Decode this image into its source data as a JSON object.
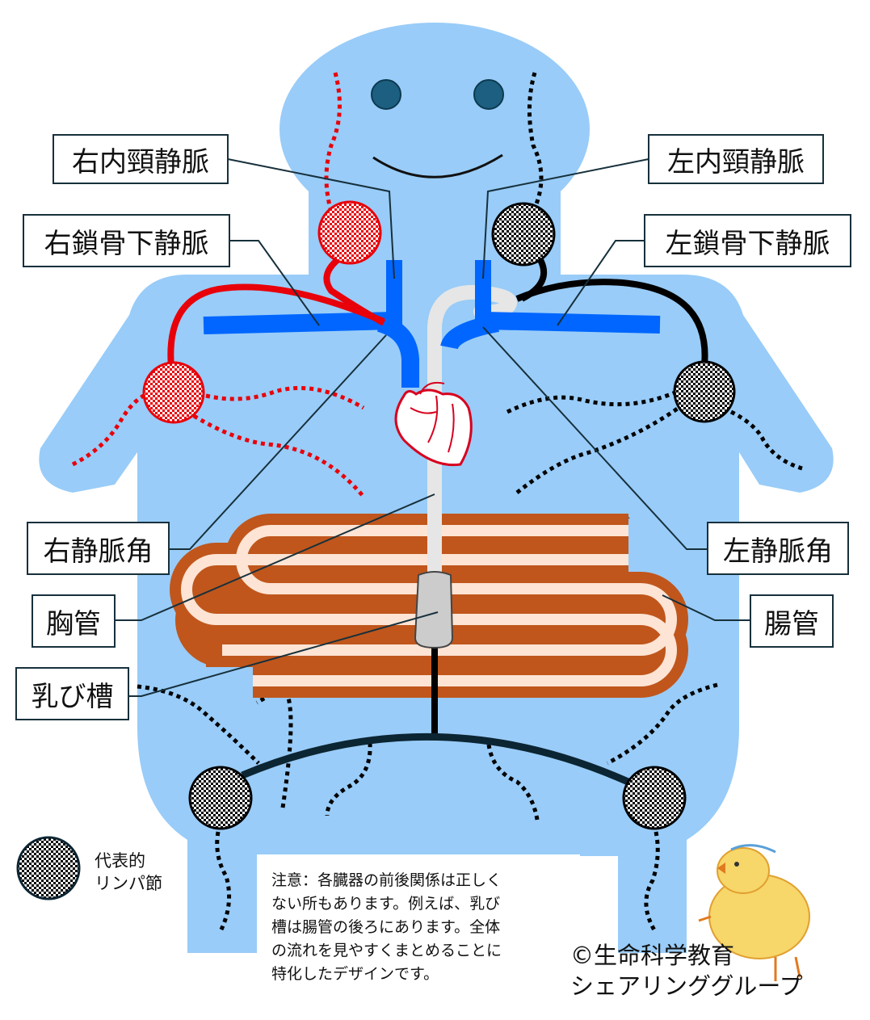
{
  "labels": {
    "right_internal_jugular": "右内頸静脈",
    "left_internal_jugular": "左内頸静脈",
    "right_subclavian": "右鎖骨下静脈",
    "left_subclavian": "左鎖骨下静脈",
    "right_venous_angle": "右静脈角",
    "left_venous_angle": "左静脈角",
    "thoracic_duct": "胸管",
    "intestine": "腸管",
    "cisterna_chyli": "乳び槽"
  },
  "legend": {
    "line1": "代表的",
    "line2": "リンパ節"
  },
  "note": {
    "lines": [
      "注意：各臓器の前後関係は正しく",
      "ない所もあります。例えば、乳び",
      "槽は腸管の後ろにあります。全体",
      "の流れを見やすくまとめることに",
      "特化したデザインです。"
    ]
  },
  "copyright": {
    "line1": "©生命科学教育",
    "line2": "シェアリンググループ"
  },
  "colors": {
    "body": "#99ccf8",
    "vein": "#0066ff",
    "right_lymph": "#e8000a",
    "left_lymph": "#000000",
    "intestine_wall": "#c0561c",
    "intestine_lumen": "#fde4d4",
    "thoracic_duct": "#e6e6e6",
    "eye": "#1c5f80",
    "box_border": "#17303c"
  }
}
